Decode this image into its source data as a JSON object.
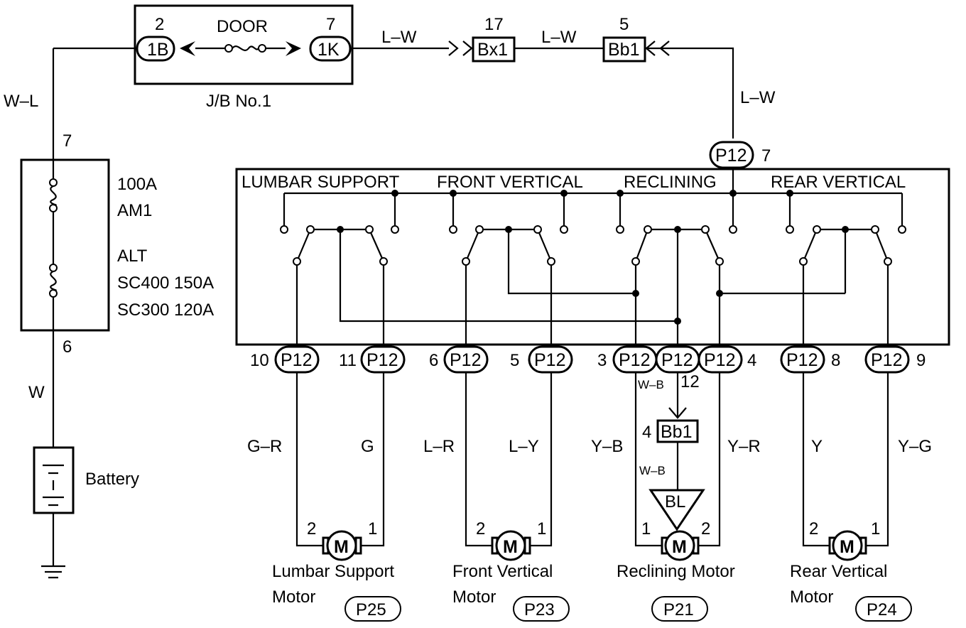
{
  "junction_block": {
    "label": "J/B No.1",
    "door_label": "DOOR",
    "left_connector": {
      "name": "1B",
      "pin": "2"
    },
    "right_connector": {
      "name": "1K",
      "pin": "7"
    }
  },
  "connectors": {
    "bx1": {
      "name": "Bx1",
      "pin": "17"
    },
    "bb1_top": {
      "name": "Bb1",
      "pin": "5"
    },
    "bb1_ground": {
      "name": "Bb1",
      "pin": "4"
    },
    "p12_top": {
      "name": "P12",
      "pin": "7"
    },
    "p12_pins": [
      {
        "name": "P12",
        "pin": "10"
      },
      {
        "name": "P12",
        "pin": "11"
      },
      {
        "name": "P12",
        "pin": "6"
      },
      {
        "name": "P12",
        "pin": "5"
      },
      {
        "name": "P12",
        "pin": "3"
      },
      {
        "name": "P12",
        "pin": "12"
      },
      {
        "name": "P12",
        "pin": "4"
      },
      {
        "name": "P12",
        "pin": "8"
      },
      {
        "name": "P12",
        "pin": "9"
      }
    ]
  },
  "wires": {
    "wl": "W–L",
    "w": "W",
    "lw1": "L–W",
    "lw2": "L–W",
    "lw3": "L–W",
    "wb1": "W–B",
    "wb2": "W–B",
    "gr": "G–R",
    "g": "G",
    "lr": "L–R",
    "ly": "L–Y",
    "yb": "Y–B",
    "yr": "Y–R",
    "y": "Y",
    "yg": "Y–G"
  },
  "fuse_block": {
    "top_pin": "7",
    "bottom_pin": "6",
    "fuse1_line1": "100A",
    "fuse1_line2": "AM1",
    "fuse2_line1": "ALT",
    "fuse2_line2": "SC400 150A",
    "fuse2_line3": "SC300 120A"
  },
  "battery_label": "Battery",
  "ground_point": "BL",
  "switch_sections": [
    "LUMBAR SUPPORT",
    "FRONT VERTICAL",
    "RECLINING",
    "REAR VERTICAL"
  ],
  "motors": [
    {
      "line1": "Lumbar Support",
      "line2": "Motor",
      "connector": "P25",
      "pin_left": "2",
      "pin_right": "1",
      "symbol": "M"
    },
    {
      "line1": "Front Vertical",
      "line2": "Motor",
      "connector": "P23",
      "pin_left": "2",
      "pin_right": "1",
      "symbol": "M"
    },
    {
      "line1": "Reclining Motor",
      "line2": "",
      "connector": "P21",
      "pin_left": "1",
      "pin_right": "2",
      "symbol": "M"
    },
    {
      "line1": "Rear Vertical",
      "line2": "Motor",
      "connector": "P24",
      "pin_left": "2",
      "pin_right": "1",
      "symbol": "M"
    }
  ]
}
